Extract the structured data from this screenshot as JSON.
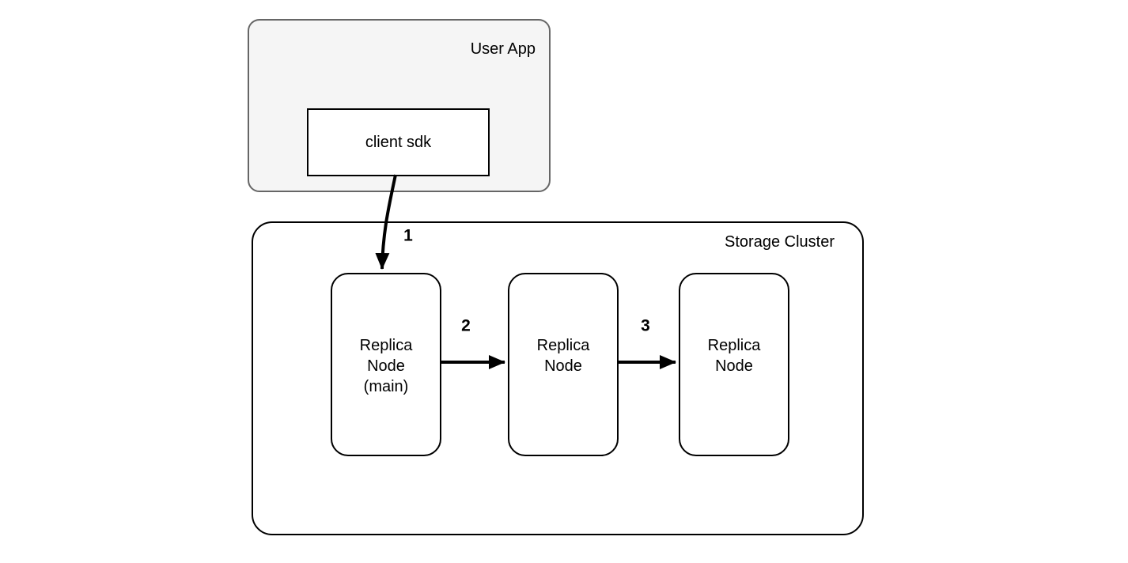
{
  "diagram": {
    "background_color": "#ffffff",
    "user_app": {
      "label": "User App",
      "fill_color": "#f5f5f5",
      "border_color": "#666666",
      "client_sdk": {
        "label": "client sdk",
        "fill_color": "#ffffff",
        "border_color": "#000000"
      }
    },
    "storage_cluster": {
      "label": "Storage Cluster",
      "fill_color": "#ffffff",
      "border_color": "#000000",
      "nodes": [
        {
          "label": "Replica\nNode\n(main)"
        },
        {
          "label": "Replica\nNode"
        },
        {
          "label": "Replica\nNode"
        }
      ]
    },
    "arrows": [
      {
        "label": "1",
        "from": "client sdk",
        "to": "Replica Node (main)"
      },
      {
        "label": "2",
        "from": "Replica Node (main)",
        "to": "Replica Node"
      },
      {
        "label": "3",
        "from": "Replica Node",
        "to": "Replica Node"
      }
    ],
    "arrow_color": "#000000"
  }
}
